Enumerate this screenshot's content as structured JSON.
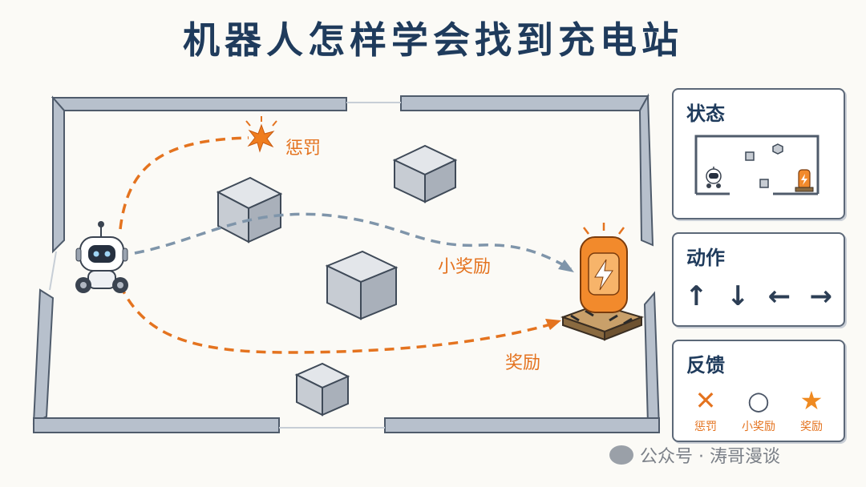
{
  "title": "机器人怎样学会找到充电站",
  "labels": {
    "penalty": "惩罚",
    "small_reward": "小奖励",
    "reward": "奖励"
  },
  "panels": {
    "state": {
      "title": "状态"
    },
    "action": {
      "title": "动作",
      "arrows": [
        "↑",
        "↓",
        "←",
        "→"
      ]
    },
    "feedback": {
      "title": "反馈",
      "items": [
        {
          "symbol": "✕",
          "label": "惩罚"
        },
        {
          "symbol": "○",
          "label": "小奖励"
        },
        {
          "symbol": "★",
          "label": "奖励"
        }
      ]
    }
  },
  "watermark": "公众号 · 涛哥漫谈",
  "colors": {
    "title": "#1f3b5c",
    "orange": "#e4731f",
    "blue_path": "#7f95aa",
    "wall": "#7e8a99"
  }
}
